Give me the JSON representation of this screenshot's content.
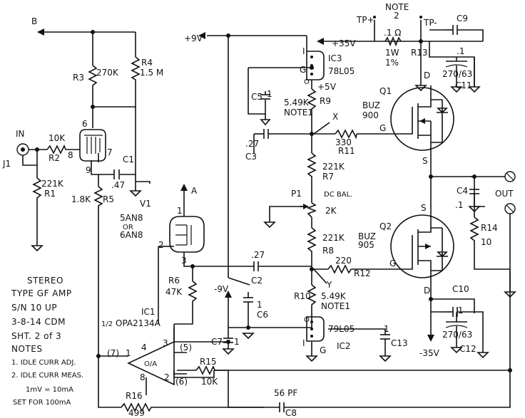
{
  "notes_block": {
    "lines": [
      "STEREO",
      "TYPE GF AMP",
      "S/N 10 UP",
      "3-8-14 CDM",
      "SHT. 2 of 3",
      "NOTES",
      "1. IDLE CURR ADJ.",
      "2. IDLE CURR MEAS.",
      "1mV = 10mA",
      "SET FOR 100mA"
    ]
  },
  "rails": {
    "B": "B",
    "plus9v": "+9V",
    "minus9v": "-9V",
    "plus35v": "+35V",
    "minus35v": "-35V",
    "plus5v": "+5V",
    "A": "A"
  },
  "test_points": {
    "tp_plus": "TP+",
    "tp_minus": "TP-",
    "note": "NOTE",
    "note_num": "2"
  },
  "input": {
    "jack": "J1",
    "label": "IN"
  },
  "output": {
    "label": "OUT"
  },
  "tube": {
    "ref": "V1",
    "type_a": "5AN8",
    "or": "OR",
    "type_b": "6AN8",
    "pins": {
      "p6": "6",
      "p8": "8",
      "p7": "7",
      "p9": "9",
      "p1": "1",
      "p2": "2",
      "p3": "3"
    }
  },
  "components": {
    "R1": {
      "ref": "R1",
      "value": "221K"
    },
    "R2": {
      "ref": "R2",
      "value": "10K"
    },
    "R3": {
      "ref": "R3",
      "value": "270K"
    },
    "R4": {
      "ref": "R4",
      "value": "1.5 M"
    },
    "R5": {
      "ref": "R5",
      "value": "1.8K"
    },
    "R6": {
      "ref": "R6",
      "value": "47K"
    },
    "R7": {
      "ref": "R7",
      "value": "221K"
    },
    "R8": {
      "ref": "R8",
      "value": "221K"
    },
    "R9": {
      "ref": "R9",
      "value": "5.49K",
      "note": "NOTE1"
    },
    "R10": {
      "ref": "R10",
      "value": "5.49K",
      "note": "NOTE1"
    },
    "R11": {
      "ref": "R11",
      "value": "330"
    },
    "R12": {
      "ref": "R12",
      "value": "220"
    },
    "R13": {
      "ref": "R13",
      "value": ".1 Ω",
      "watt": "1W",
      "tol": "1%"
    },
    "R14": {
      "ref": "R14",
      "value": "10"
    },
    "R15": {
      "ref": "R15",
      "value": "10K"
    },
    "R16": {
      "ref": "R16",
      "value": "499"
    },
    "C1": {
      "ref": "C1",
      "value": ".47"
    },
    "C2": {
      "ref": "C2",
      "value": ".27"
    },
    "C3": {
      "ref": "C3",
      "value": ".27"
    },
    "C4": {
      "ref": "C4",
      "value": ".1"
    },
    "C5": {
      "ref": "C5",
      "value": "1"
    },
    "C6": {
      "ref": "C6",
      "value": "1"
    },
    "C7": {
      "ref": "C7",
      "value": "1"
    },
    "C8": {
      "ref": "C8",
      "value": "56 PF"
    },
    "C9": {
      "ref": "C9",
      "value": ".1"
    },
    "C10": {
      "ref": "C10",
      "value": ".1"
    },
    "C11": {
      "ref": "C11",
      "value": "270/63"
    },
    "C12": {
      "ref": "C12",
      "value": "270/63"
    },
    "C13": {
      "ref": "C13",
      "value": "1"
    },
    "P1": {
      "ref": "P1",
      "label": "DC BAL.",
      "value": "2K"
    },
    "Q1": {
      "ref": "Q1",
      "part_a": "BUZ",
      "part_b": "900",
      "g": "G",
      "d": "D",
      "s": "S"
    },
    "Q2": {
      "ref": "Q2",
      "part_a": "BUZ",
      "part_b": "905",
      "g": "G",
      "d": "D",
      "s": "S"
    },
    "IC1": {
      "ref": "IC1",
      "half": "1/2",
      "part": "OPA2134A",
      "body": "O/A",
      "pins": {
        "p1": "1",
        "p2": "2",
        "p3": "3",
        "p4": "4",
        "p8": "8"
      },
      "refs": {
        "r7": "(7)",
        "r5": "(5)",
        "r6": "(6)"
      }
    },
    "IC2": {
      "ref": "IC2",
      "part": "79L05",
      "o": "O",
      "i": "I",
      "g": "G"
    },
    "IC3": {
      "ref": "IC3",
      "part": "78L05",
      "o": "O",
      "i": "I",
      "g": "G"
    }
  },
  "nodes": {
    "x": "X",
    "y": "Y"
  }
}
